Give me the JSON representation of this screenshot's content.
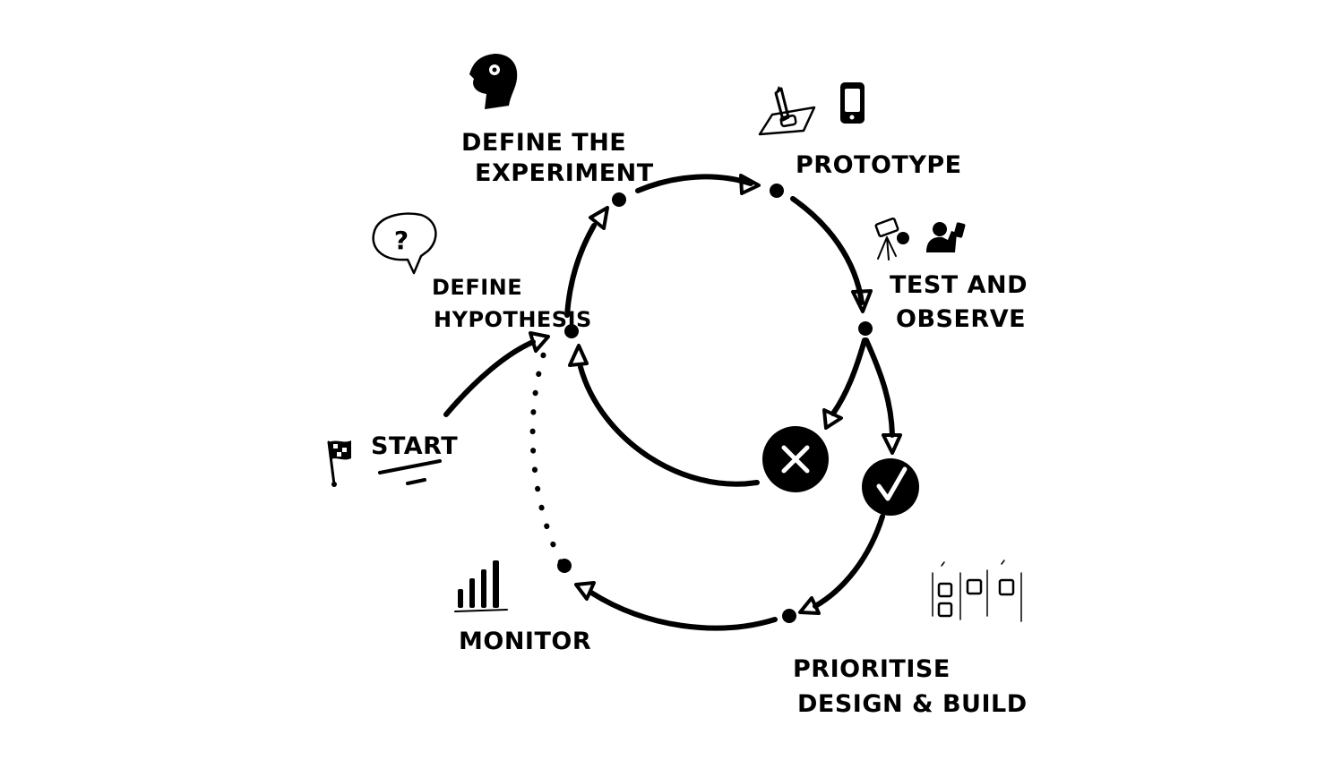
{
  "labels": {
    "define_experiment": [
      "DEFINE THE",
      "EXPERIMENT"
    ],
    "prototype": "PROTOTYPE",
    "test_observe": [
      "TEST AND",
      "OBSERVE"
    ],
    "define_hypothesis": [
      "DEFINE",
      "HYPOTHESIS"
    ],
    "start": "START",
    "monitor": "MONITOR",
    "prioritise": [
      "PRIORITISE",
      "DESIGN & BUILD"
    ]
  },
  "symbols": {
    "question": "?"
  },
  "colors": {
    "ink": "#000000",
    "background": "#ffffff"
  },
  "icons": [
    "head-idea-icon",
    "sketch-pencil-icon",
    "mobile-phone-icon",
    "speech-bubble-question-icon",
    "video-camera-tripod-icon",
    "person-phone-icon",
    "checkered-flag-icon",
    "bar-chart-icon",
    "kanban-board-icon",
    "cross-icon",
    "check-icon"
  ]
}
